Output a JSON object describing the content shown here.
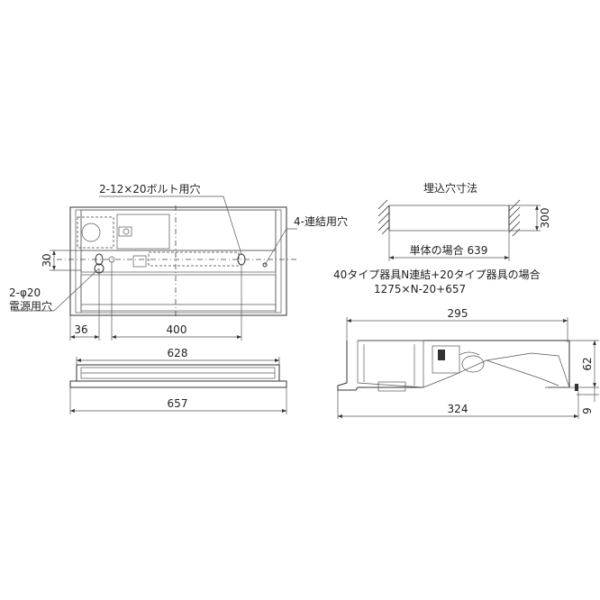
{
  "labels": {
    "bolt_holes": "2-12×20ボルト用穴",
    "connection_holes": "4-連結用穴",
    "power_holes_count": "2-φ20",
    "power_holes_name": "電源用穴",
    "dim_30": "30",
    "dim_36": "36",
    "dim_400": "400",
    "dim_628": "628",
    "dim_657": "657",
    "cutout_title": "埋込穴寸法",
    "dim_300": "300",
    "single_unit": "単体の場合 639",
    "connected_line1": "40タイプ器具N連結+20タイプ器具の場合",
    "connected_line2": "1275×N-20+657",
    "dim_295": "295",
    "dim_324": "324",
    "dim_62": "62",
    "dim_9": "9"
  }
}
